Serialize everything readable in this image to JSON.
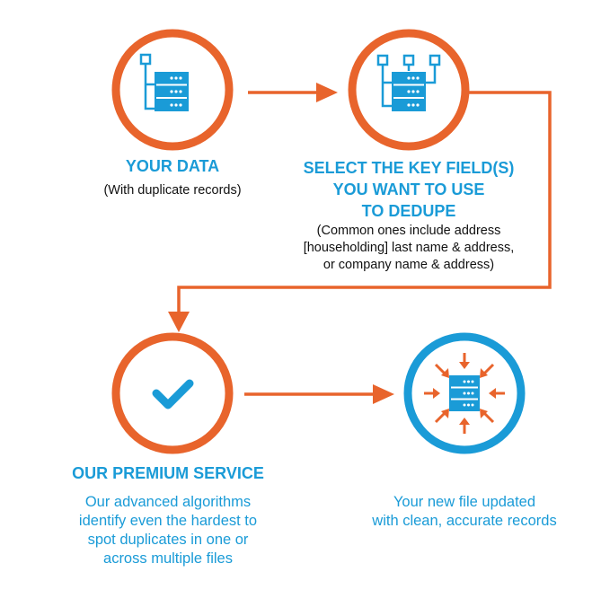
{
  "colors": {
    "orange": "#e8642c",
    "blue": "#1a9bd7",
    "text": "#111111"
  },
  "steps": {
    "your_data": {
      "icon": "database-icon",
      "title": "YOUR DATA",
      "subtitle": "(With duplicate records)"
    },
    "select_fields": {
      "icon": "database-fields-icon",
      "title_lines": [
        "SELECT THE KEY FIELD(S)",
        "YOU WANT TO USE",
        "TO DEDUPE"
      ],
      "subtitle_lines": [
        "(Common ones include address",
        "[householding] last name & address,",
        "or company name & address)"
      ]
    },
    "premium_service": {
      "icon": "checkmark-icon",
      "title": "OUR PREMIUM SERVICE",
      "desc_lines": [
        "Our advanced algorithms",
        "identify even the hardest to",
        "spot duplicates in one or",
        "across multiple files"
      ]
    },
    "new_file": {
      "icon": "compressed-database-icon",
      "desc_lines": [
        "Your new file updated",
        "with clean, accurate records"
      ]
    }
  }
}
